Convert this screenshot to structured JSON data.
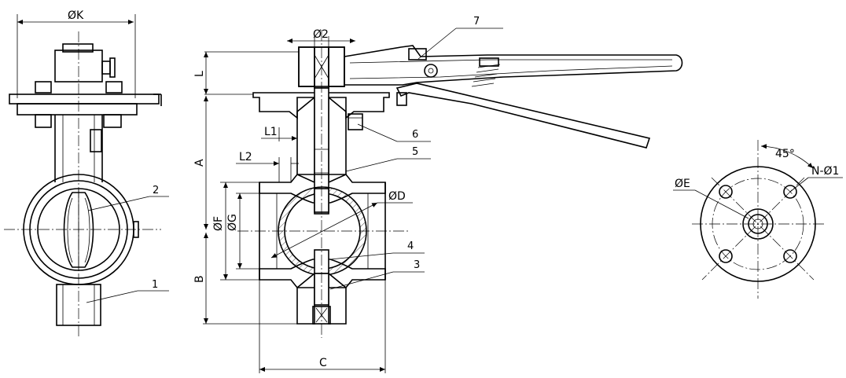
{
  "dimensions": {
    "phi_k": "ØK",
    "phi_2": "Ø2",
    "l": "L",
    "a": "A",
    "b": "B",
    "c": "C",
    "l1": "L1",
    "l2": "L2",
    "phi_f": "ØF",
    "phi_g": "ØG",
    "phi_d": "ØD",
    "phi_e": "ØE",
    "n_phi_1": "N-Ø1",
    "angle": "45°"
  },
  "part_numbers": {
    "p1": "1",
    "p2": "2",
    "p3": "3",
    "p4": "4",
    "p5": "5",
    "p6": "6",
    "p7": "7"
  }
}
